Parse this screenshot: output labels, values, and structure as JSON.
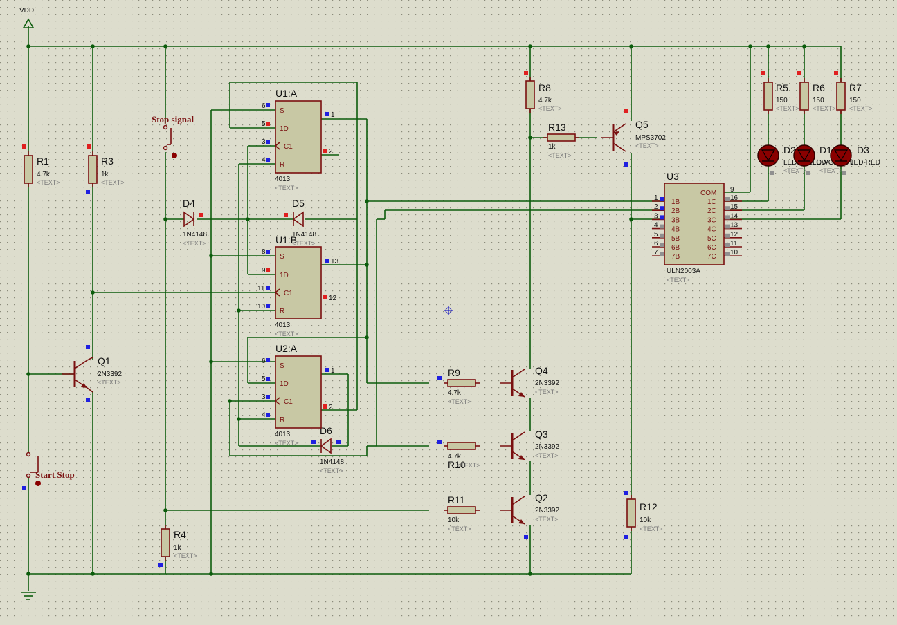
{
  "supply_label": "VDD",
  "text_placeholder": "<TEXT>",
  "resistors": [
    {
      "ref": "R1",
      "value": "4.7k"
    },
    {
      "ref": "R3",
      "value": "1k"
    },
    {
      "ref": "R4",
      "value": "1k"
    },
    {
      "ref": "R5",
      "value": "150"
    },
    {
      "ref": "R6",
      "value": "150"
    },
    {
      "ref": "R7",
      "value": "150"
    },
    {
      "ref": "R8",
      "value": "4.7k"
    },
    {
      "ref": "R9",
      "value": "4.7k"
    },
    {
      "ref": "R10",
      "value": "4.7k"
    },
    {
      "ref": "R11",
      "value": "10k"
    },
    {
      "ref": "R12",
      "value": "10k"
    },
    {
      "ref": "R13",
      "value": "1k"
    }
  ],
  "transistors": [
    {
      "ref": "Q1",
      "type": "2N3392"
    },
    {
      "ref": "Q2",
      "type": "2N3392"
    },
    {
      "ref": "Q3",
      "type": "2N3392"
    },
    {
      "ref": "Q4",
      "type": "2N3392"
    },
    {
      "ref": "Q5",
      "type": "MPS3702"
    }
  ],
  "diodes": [
    {
      "ref": "D4",
      "type": "1N4148"
    },
    {
      "ref": "D5",
      "type": "1N4148"
    },
    {
      "ref": "D6",
      "type": "1N4148"
    }
  ],
  "leds": [
    {
      "ref": "D2",
      "type": "LED-YELLOW"
    },
    {
      "ref": "D1",
      "type": "LED-GREEN"
    },
    {
      "ref": "D3",
      "type": "LED-RED"
    }
  ],
  "flipflops": [
    {
      "ref": "U1:A",
      "part": "4013",
      "pins": {
        "S": "6",
        "D": "5",
        "C": "3",
        "R": "4",
        "Q": "1",
        "NQ": "2"
      }
    },
    {
      "ref": "U1:B",
      "part": "4013",
      "pins": {
        "S": "8",
        "D": "9",
        "C": "11",
        "R": "10",
        "Q": "13",
        "NQ": "12"
      }
    },
    {
      "ref": "U2:A",
      "part": "4013",
      "pins": {
        "S": "6",
        "D": "5",
        "C": "3",
        "R": "4",
        "Q": "1",
        "NQ": "2"
      }
    }
  ],
  "flipflop_pin_names": {
    "S": "S",
    "D": "1D",
    "C": "C1",
    "R": "R"
  },
  "driver": {
    "ref": "U3",
    "part": "ULN2003A",
    "inputs": [
      "1B",
      "2B",
      "3B",
      "4B",
      "5B",
      "6B",
      "7B"
    ],
    "input_pins": [
      "1",
      "2",
      "3",
      "4",
      "5",
      "6",
      "7"
    ],
    "com": "COM",
    "com_pin": "9",
    "outputs": [
      "1C",
      "2C",
      "3C",
      "4C",
      "5C",
      "6C",
      "7C"
    ],
    "output_pins": [
      "16",
      "15",
      "14",
      "13",
      "12",
      "11",
      "10"
    ]
  },
  "switches": [
    {
      "label": "Stop signal"
    },
    {
      "label": "Start Stop"
    }
  ]
}
